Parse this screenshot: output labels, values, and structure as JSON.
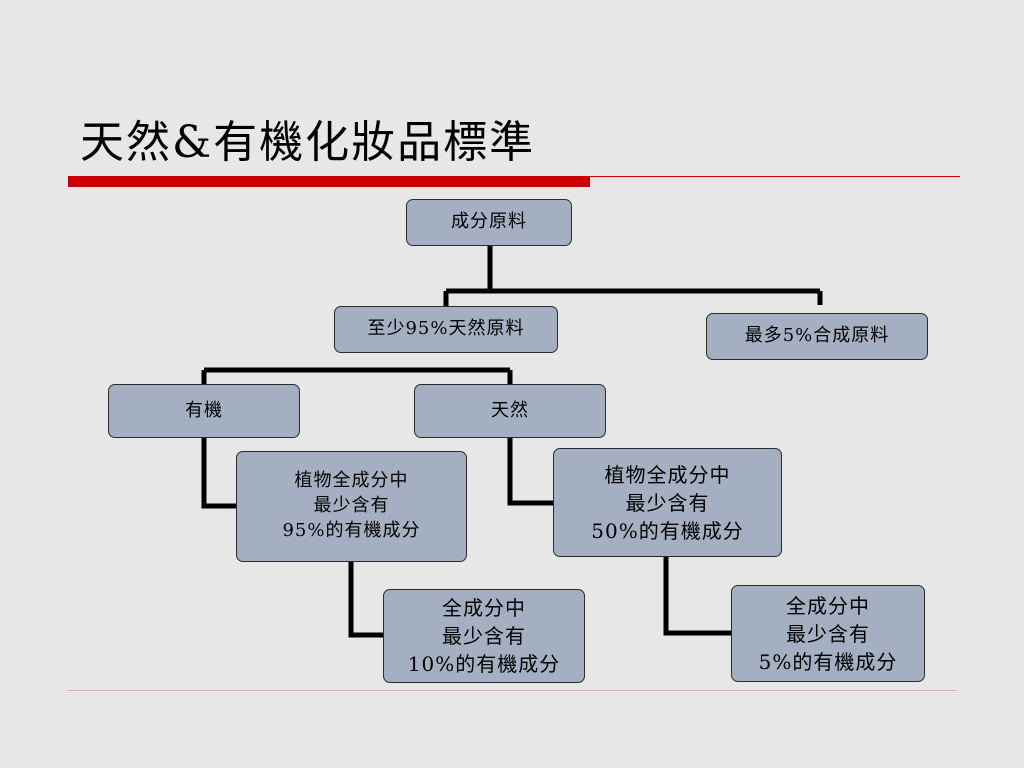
{
  "slide": {
    "title": "天然&有機化妝品標準"
  },
  "diagram": {
    "root": "成分原料",
    "natural_min": "至少95%天然原料",
    "synthetic_max": "最多5%合成原料",
    "organic": "有機",
    "natural": "天然",
    "organic_plant": "植物全成分中\n最少含有\n95%的有機成分",
    "natural_plant": "植物全成分中\n最少含有\n50%的有機成分",
    "organic_total": "全成分中\n最少含有\n10%的有機成分",
    "natural_total": "全成分中\n最少含有\n5%的有機成分"
  }
}
